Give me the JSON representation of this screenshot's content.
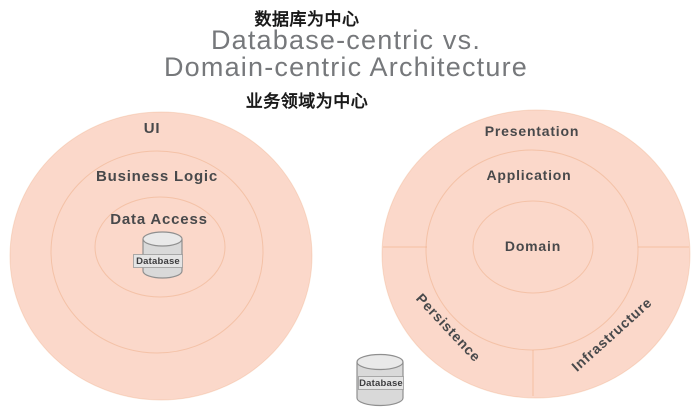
{
  "title": {
    "zh_top": "数据库为中心",
    "en_line1": "Database-centric vs.",
    "en_line2": "Domain-centric Architecture",
    "zh_bottom": "业务领域为中心"
  },
  "left_diagram": {
    "layer_outer": "UI",
    "layer_middle": "Business Logic",
    "layer_inner": "Data Access",
    "database_label": "Database"
  },
  "right_diagram": {
    "layer_outer": "Presentation",
    "layer_middle": "Application",
    "layer_inner": "Domain",
    "segment_bottom_left": "Persistence",
    "segment_bottom_right": "Infrastructure",
    "database_label": "Database"
  },
  "colors": {
    "ring_fill": "#fbd8ca",
    "ring_stroke": "#eeab84",
    "layer_text": "#48494b",
    "title_text": "#76787b",
    "chinese_text": "#1a1a1a",
    "cylinder_fill": "#d9d9d9",
    "cylinder_top_fill": "#e9e9e9",
    "cylinder_stroke": "#8f8f8f"
  }
}
